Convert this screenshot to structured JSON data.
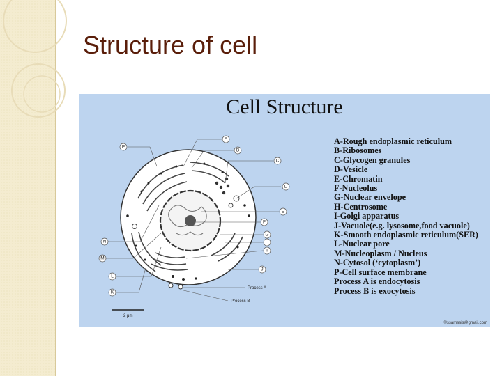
{
  "slide": {
    "title": "Structure of cell"
  },
  "figure": {
    "title": "Cell Structure",
    "legend": [
      "A-Rough endoplasmic reticulum",
      "B-Ribosomes",
      "C-Glycogen granules",
      "D-Vesicle",
      "E-Chromatin",
      "F-Nucleolus",
      "G-Nuclear envelope",
      "H-Centrosome",
      "I-Golgi apparatus",
      "J-Vacuole(e.g. lysosome,food vacuole)",
      "K-Smooth endoplasmic reticulum(SER)",
      "L-Nuclear pore",
      "M-Nucleoplasm / Nucleus",
      "N-Cytosol (‘cytoplasm’)",
      "P-Cell surface membrane",
      "Process A is endocytosis",
      "Process B is exocytosis"
    ],
    "labels": {
      "A": "A",
      "B": "B",
      "C": "C",
      "D": "D",
      "E": "E",
      "F": "F",
      "G": "G",
      "H": "H",
      "I": "I",
      "J": "J",
      "K": "K",
      "L": "L",
      "M": "M",
      "N": "N",
      "P": "P"
    },
    "process_a": "Process A",
    "process_b": "Process B",
    "scale": "2 μm",
    "credit": "©ssamssis@gmail.com"
  },
  "colors": {
    "title": "#5a1e0a",
    "panel": "#bdd4ef",
    "strip": "#f4ecd0"
  }
}
